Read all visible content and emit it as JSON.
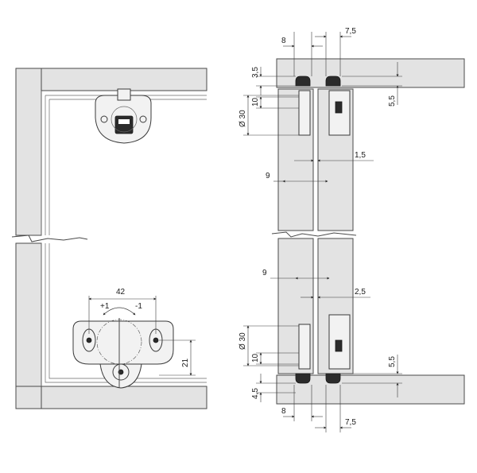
{
  "left_view": {
    "dims": {
      "width": "42",
      "adjust_plus": "+1",
      "adjust_minus": "-1",
      "height": "21"
    }
  },
  "right_view": {
    "top_dims": {
      "d8": "8",
      "d7_5": "7,5",
      "d3_5": "3,5",
      "d10": "10",
      "d30": "Ø 30",
      "d5_5": "5,5",
      "d9": "9",
      "d1_5": "1,5"
    },
    "bottom_dims": {
      "d9": "9",
      "d2_5": "2,5",
      "d30": "Ø 30",
      "d10": "10",
      "d5_5": "5,5",
      "d4_5": "4,5",
      "d8": "8",
      "d7_5": "7,5"
    }
  }
}
